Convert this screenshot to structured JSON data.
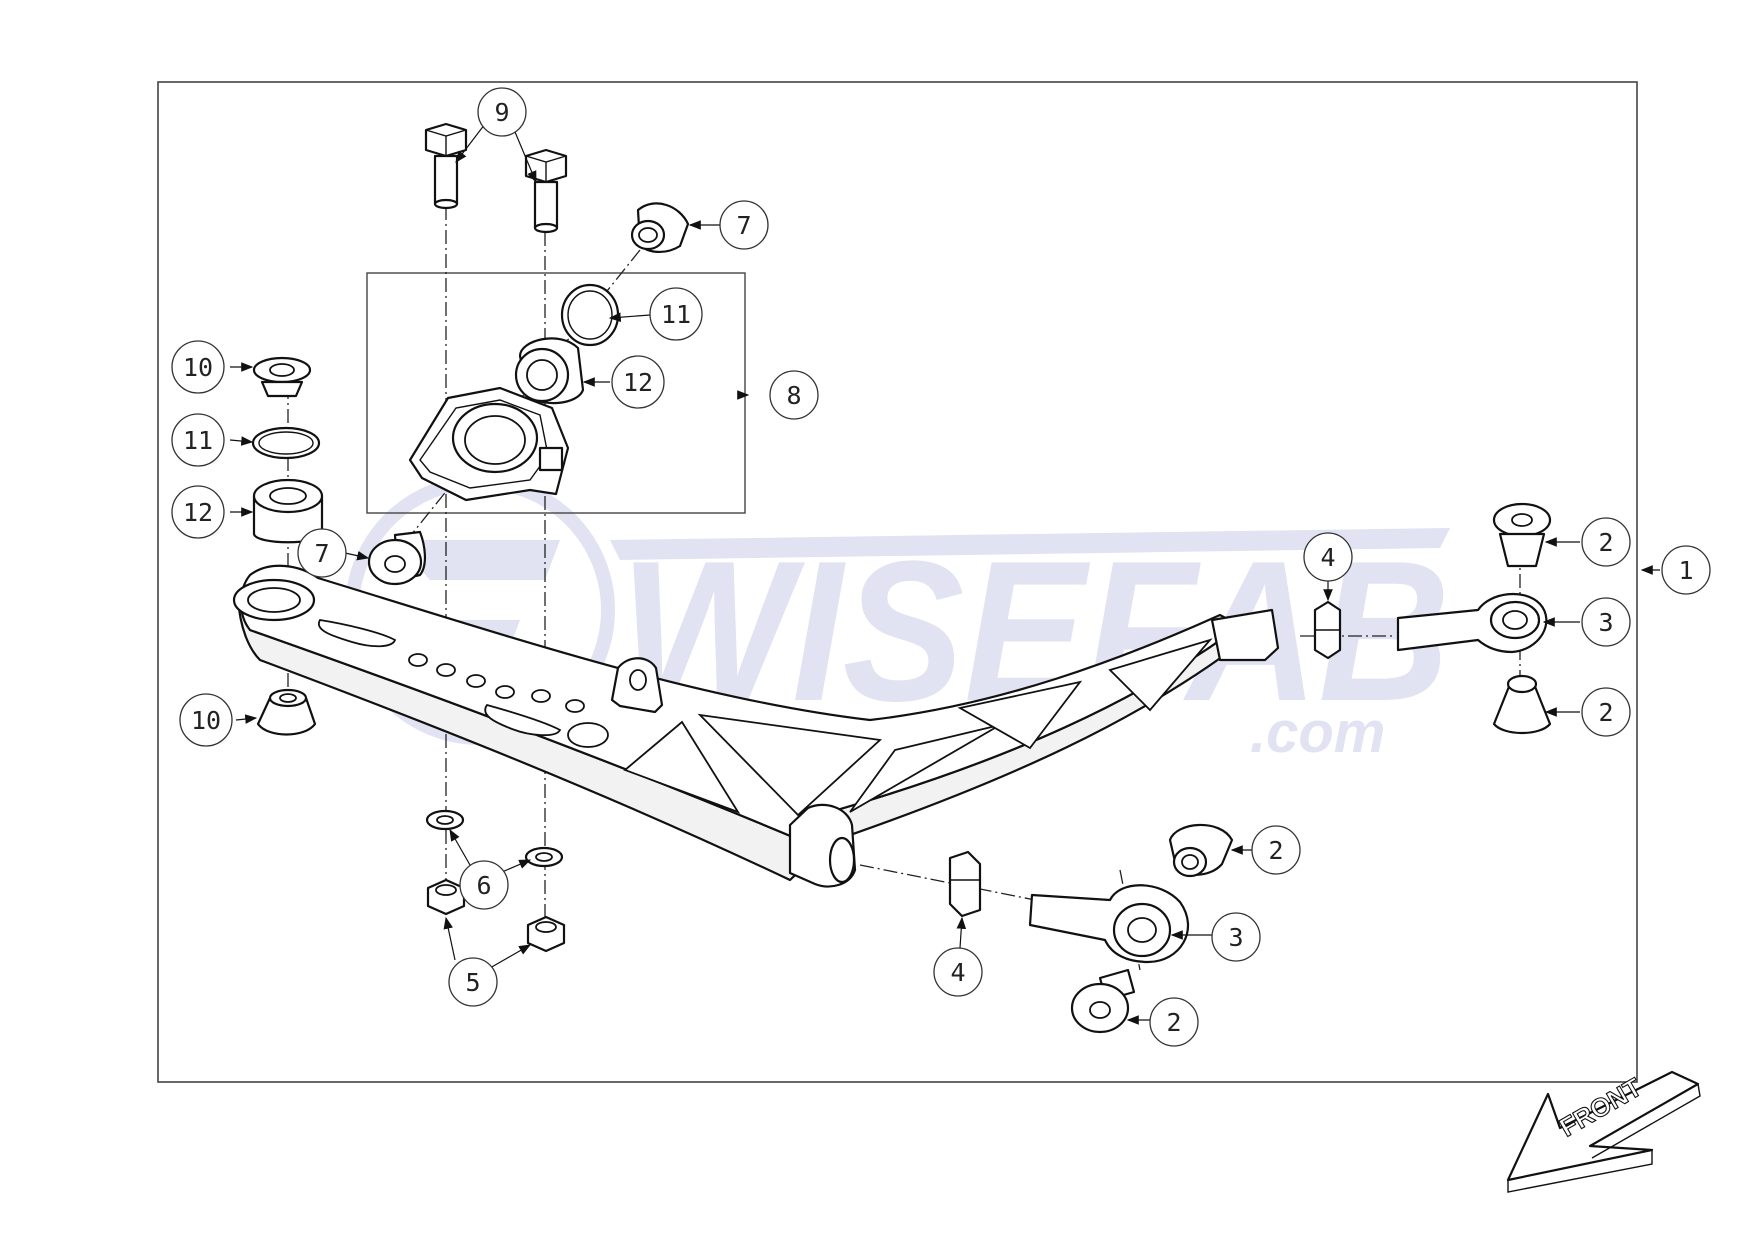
{
  "watermark": {
    "brand": "WISEFAB",
    "domain": ".com",
    "color": "#c9cce9"
  },
  "front_arrow": {
    "label": "FRONT"
  },
  "callouts": {
    "c1": "1",
    "c2a": "2",
    "c2b": "2",
    "c2c": "2",
    "c2d": "2",
    "c3a": "3",
    "c3b": "3",
    "c4a": "4",
    "c4b": "4",
    "c5": "5",
    "c6": "6",
    "c7a": "7",
    "c7b": "7",
    "c8": "8",
    "c9": "9",
    "c10a": "10",
    "c10b": "10",
    "c11a": "11",
    "c11b": "11",
    "c12a": "12",
    "c12b": "12"
  },
  "colors": {
    "line": "#111111",
    "frame": "#444444",
    "watermark": "#c9cce9"
  }
}
